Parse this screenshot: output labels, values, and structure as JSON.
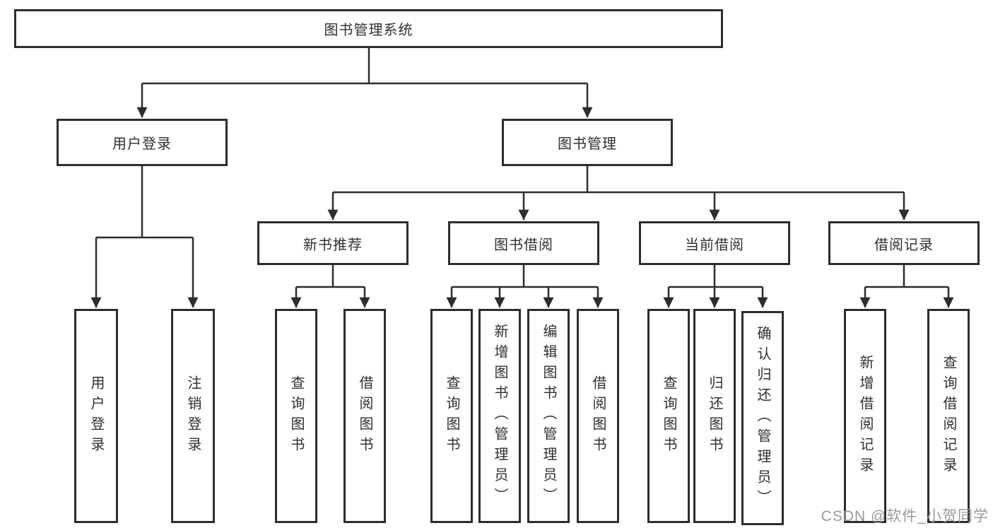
{
  "watermark": "CSDN @软件_小贺同学",
  "colors": {
    "line": "#2d2d2d",
    "text": "#2f2f2f",
    "watermark": "#9a9a9a",
    "background": "#ffffff"
  },
  "tree": {
    "label": "图书管理系统",
    "children": [
      {
        "label": "用户登录",
        "children": [
          {
            "label": "用户登录"
          },
          {
            "label": "注销登录"
          }
        ]
      },
      {
        "label": "图书管理",
        "children": [
          {
            "label": "新书推荐",
            "children": [
              {
                "label": "查询图书"
              },
              {
                "label": "借阅图书"
              }
            ]
          },
          {
            "label": "图书借阅",
            "children": [
              {
                "label": "查询图书"
              },
              {
                "label": "新增图书（管理员）"
              },
              {
                "label": "编辑图书（管理员）"
              },
              {
                "label": "借阅图书"
              }
            ]
          },
          {
            "label": "当前借阅",
            "children": [
              {
                "label": "查询图书"
              },
              {
                "label": "归还图书"
              },
              {
                "label": "确认归还（管理员）"
              }
            ]
          },
          {
            "label": "借阅记录",
            "children": [
              {
                "label": "新增借阅记录"
              },
              {
                "label": "查询借阅记录"
              }
            ]
          }
        ]
      }
    ]
  }
}
